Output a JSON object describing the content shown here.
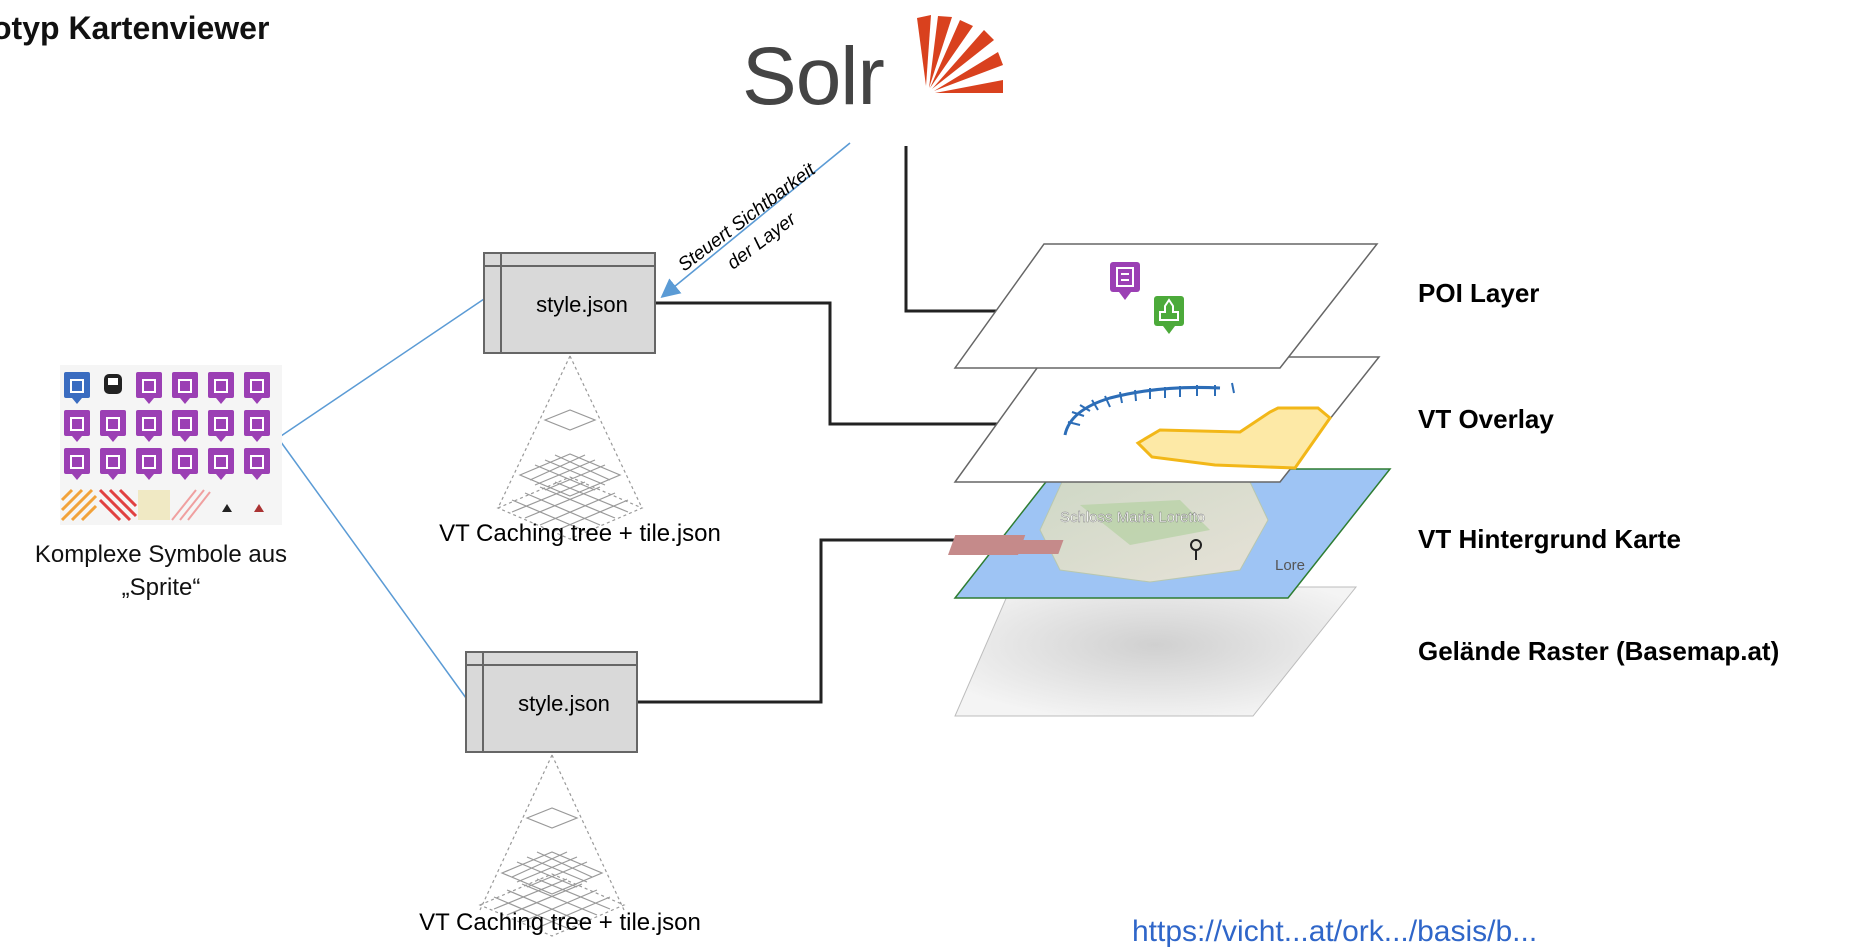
{
  "title": "otyp Kartenviewer",
  "solr": {
    "brand": "Solr",
    "brand_color": "#d9411e"
  },
  "annotation": {
    "line1": "Steuert Sichtbarkeit",
    "line2": "der Layer"
  },
  "style_boxes": [
    {
      "label": "style.json"
    },
    {
      "label": "style.json"
    }
  ],
  "caching_captions": [
    "VT Caching tree + tile.json",
    "VT Caching tree + tile.json"
  ],
  "sprite": {
    "caption_line1": "Komplexe Symbole aus",
    "caption_line2": "„Sprite“",
    "icon_rows": [
      [
        "briefcase-icon",
        "train-icon",
        "picture-icon",
        "cable-car-icon",
        "theater-icon",
        "person-icon"
      ],
      [
        "dancers-icon",
        "music-icon",
        "dancing-icon",
        "fountain-icon",
        "guitar-icon",
        "picnic-icon"
      ],
      [
        "bowl-icon",
        "camping-icon",
        "hotel-icon",
        "ice-cream-icon",
        "glasses-icon",
        "cook-icon"
      ]
    ],
    "colors": {
      "blue": "#3a6cc0",
      "dark": "#222222",
      "purple": "#9b3fb4"
    }
  },
  "layers": [
    {
      "label": "POI Layer"
    },
    {
      "label": "VT Overlay"
    },
    {
      "label": "VT Hintergrund Karte"
    },
    {
      "label": "Gelände Raster (Basemap.at)"
    }
  ],
  "map_labels": {
    "church": "Schloss Maria Loretto",
    "town": "Lore"
  },
  "link": "https://vicht...at/ork.../basis/b...",
  "colors": {
    "overlay_fill": "#fde9a6",
    "overlay_stroke": "#f2b718",
    "water": "#9ec4f4",
    "poi_purple": "#9b3fb4",
    "poi_green": "#4caa3a",
    "connector_blue": "#5b9bd5"
  }
}
